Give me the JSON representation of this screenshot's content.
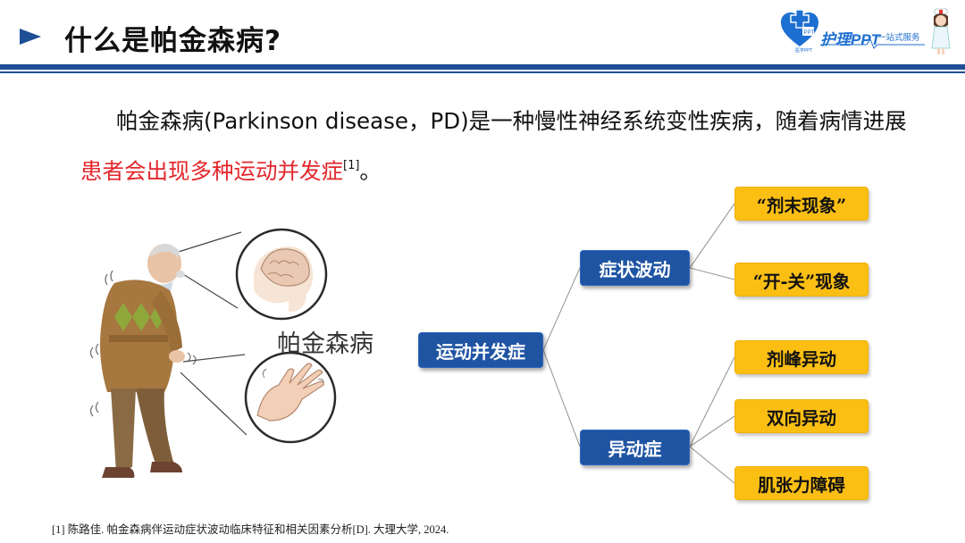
{
  "header": {
    "title": "什么是帕金森病?",
    "logo": {
      "brand": "护理PPT",
      "slogan": "一站式服务",
      "sub": "医学PPT"
    }
  },
  "intro": {
    "part1": "帕金森病(Parkinson disease，PD)是一种慢性神经系统变性疾病，随着病情进展",
    "highlight": "患者会出现多种运动并发症",
    "citation": "[1]",
    "end": "。"
  },
  "illustration": {
    "label": "帕金森病"
  },
  "mindmap": {
    "root": "运动并发症",
    "branches": [
      {
        "label": "症状波动",
        "children": [
          "“剂末现象”",
          "“开-关”现象"
        ]
      },
      {
        "label": "异动症",
        "children": [
          "剂峰异动",
          "双向异动",
          "肌张力障碍"
        ]
      }
    ]
  },
  "footnote": "[1] 陈路佳. 帕金森病伴运动症状波动临床特征和相关因素分析[D]. 大理大学, 2024.",
  "colors": {
    "header_blue": "#1e4f95",
    "node_blue": "#1f54a3",
    "node_yellow": "#fbbf14",
    "highlight_red": "#e3262b",
    "logo_blue": "#1d6fd1"
  }
}
